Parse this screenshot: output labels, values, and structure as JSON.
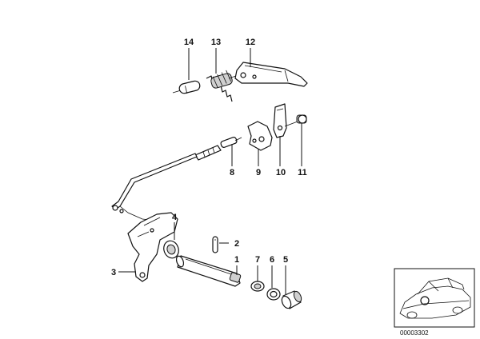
{
  "labels": {
    "p1": "1",
    "p2": "2",
    "p3": "3",
    "p4": "4",
    "p5": "5",
    "p6": "6",
    "p7": "7",
    "p8": "8",
    "p9": "9",
    "p10": "10",
    "p11": "11",
    "p12": "12",
    "p13": "13",
    "p14": "14"
  },
  "reference_number": "00003302"
}
